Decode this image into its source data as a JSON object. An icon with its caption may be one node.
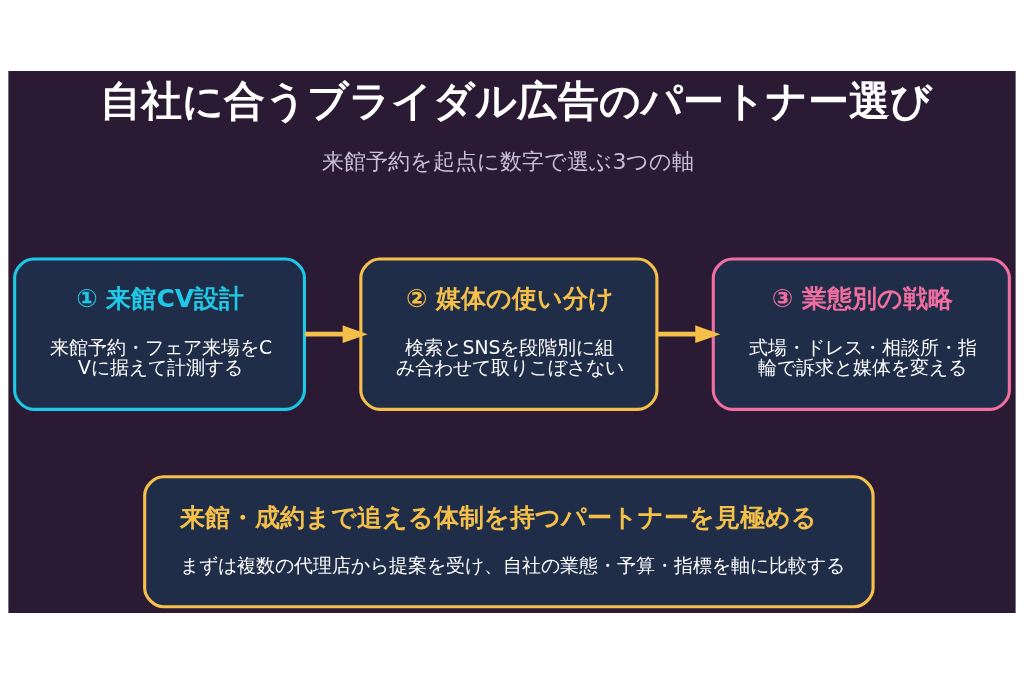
{
  "diagram": {
    "title": "自社に合うブライダル広告のパートナー選び",
    "nodes": [
      {
        "text": [
          "① 来館CV設計",
          "来館予約・フェア来場をCVに据えて計測する"
        ]
      },
      {
        "text": [
          "② 媒体の使い分け",
          "検索とSNSを段階別に組み合わせて取りこぼさない"
        ]
      },
      {
        "text": [
          "③ 業態別の戦略",
          "式場・ドレス・相談所・指輪で訴求と媒体を変える"
        ]
      },
      {
        "text": [
          "来館・成約まで追える体制を持つパートナーを見極める",
          "まずは複数の代理店から提案を受け、自社の業態・予算・指標を軸に比較する"
        ]
      }
    ],
    "edges": [
      {
        "from": 0,
        "to": 1,
        "arrow": "to"
      },
      {
        "from": 1,
        "to": 2,
        "arrow": "to"
      }
    ],
    "labels": [
      "来館予約を起点に数字で選ぶ3つの軸"
    ]
  }
}
